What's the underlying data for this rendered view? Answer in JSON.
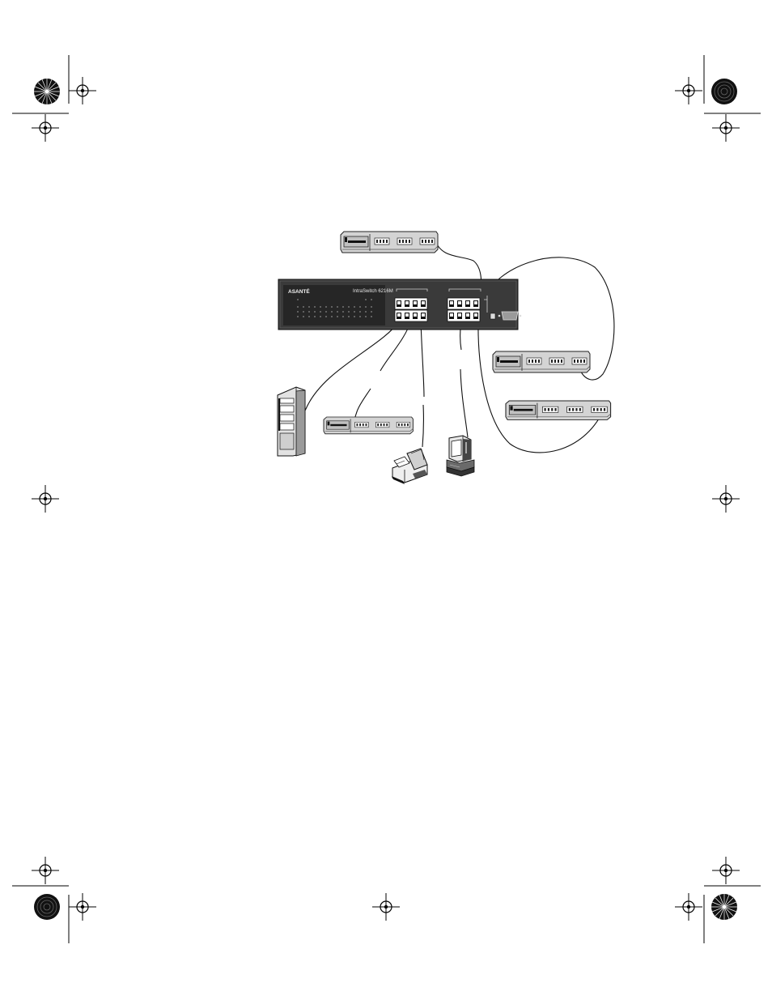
{
  "diagram": {
    "switch": {
      "brand_label": "ASANTÉ",
      "model_label": "IntraSwitch 6216M",
      "port_group_count": 2
    },
    "devices": [
      {
        "id": "hub-top",
        "kind": "hub"
      },
      {
        "id": "hub-right-upper",
        "kind": "hub"
      },
      {
        "id": "hub-right-lower",
        "kind": "hub"
      },
      {
        "id": "hub-bottom-left",
        "kind": "hub"
      },
      {
        "id": "server-tower",
        "kind": "server"
      },
      {
        "id": "printer",
        "kind": "printer"
      },
      {
        "id": "workstation",
        "kind": "computer"
      }
    ],
    "connections": [
      {
        "from": "switch",
        "to": "hub-top"
      },
      {
        "from": "switch",
        "to": "hub-right-upper"
      },
      {
        "from": "switch",
        "to": "hub-right-lower"
      },
      {
        "from": "switch",
        "to": "hub-bottom-left"
      },
      {
        "from": "switch",
        "to": "server-tower"
      },
      {
        "from": "switch",
        "to": "printer"
      },
      {
        "from": "switch",
        "to": "workstation"
      }
    ]
  },
  "print_marks": {
    "registration_marks": 12,
    "color_targets": 4
  }
}
